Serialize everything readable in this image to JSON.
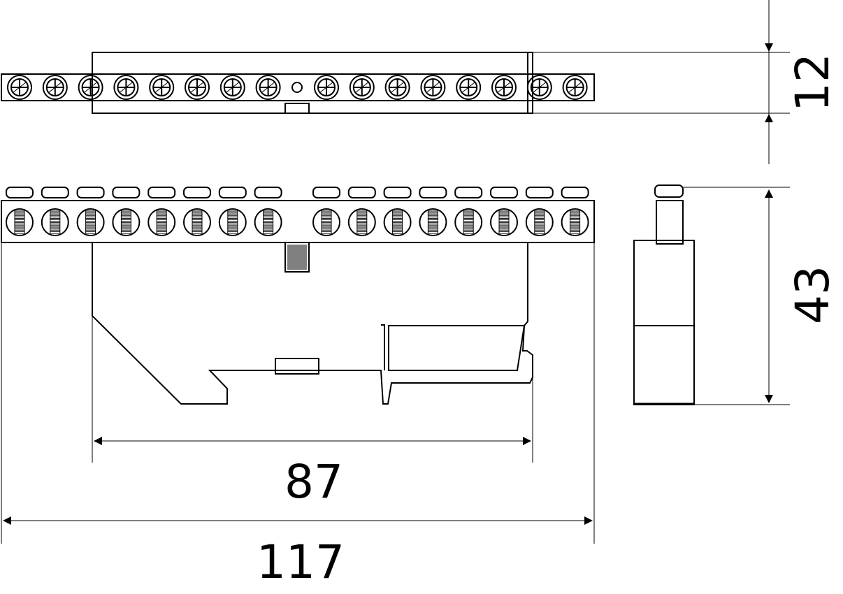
{
  "dimensions": {
    "height_top_view": "12",
    "height_side_view": "43",
    "rail_mount_width": "87",
    "overall_length": "117"
  },
  "terminal_count_per_side": 8,
  "colors": {
    "ink": "#000000",
    "background": "#ffffff"
  }
}
